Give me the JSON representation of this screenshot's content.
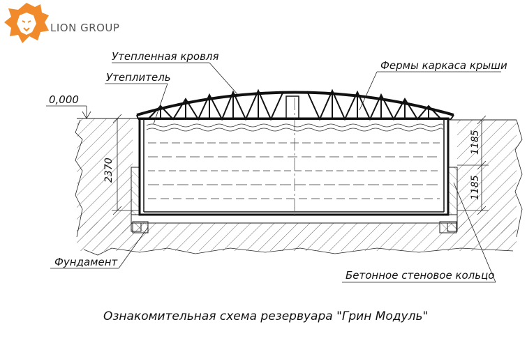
{
  "brand": {
    "name": "LION GROUP",
    "logo_icon": "lion-head-icon",
    "logo_color": "#f08a2a"
  },
  "labels": {
    "roof": "Утепленная кровля",
    "insulation": "Утеплитель",
    "level": "0,000",
    "trusses": "Фермы каркаса крыши",
    "foundation": "Фундамент",
    "ring": "Бетонное стеновое кольцо"
  },
  "dimensions": {
    "total": "2370",
    "upper": "1185",
    "lower": "1185"
  },
  "caption": "Ознакомительная схема резервуара \"Грин Модуль\""
}
